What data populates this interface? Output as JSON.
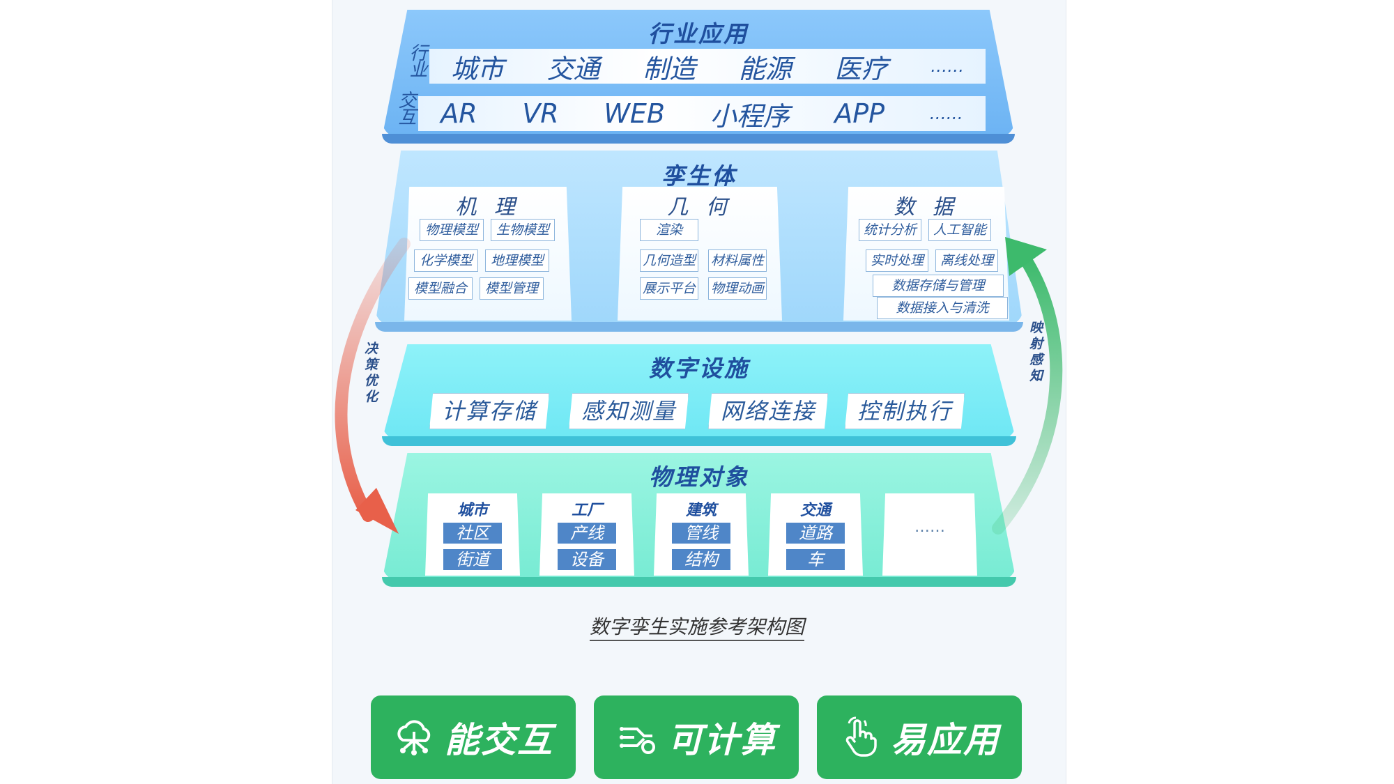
{
  "industry": {
    "title": "行业应用",
    "side_label_top": "行业",
    "side_label_bottom": "交互",
    "row1": [
      "城市",
      "交通",
      "制造",
      "能源",
      "医疗",
      "……"
    ],
    "row2": [
      "AR",
      "VR",
      "WEB",
      "小程序",
      "APP",
      "……"
    ]
  },
  "twin": {
    "title": "孪生体",
    "mechanism": {
      "title": "机 理",
      "items": [
        "物理模型",
        "生物模型",
        "化学模型",
        "地理模型",
        "模型融合",
        "模型管理"
      ]
    },
    "geometry": {
      "title": "几 何",
      "items": [
        "渲染",
        "几何造型",
        "材料属性",
        "展示平台",
        "物理动画"
      ]
    },
    "data": {
      "title": "数 据",
      "items": [
        "统计分析",
        "人工智能",
        "实时处理",
        "离线处理",
        "数据存储与管理",
        "数据接入与清洗"
      ]
    }
  },
  "infra": {
    "title": "数字设施",
    "items": [
      "计算存储",
      "感知测量",
      "网络连接",
      "控制执行"
    ]
  },
  "physical": {
    "title": "物理对象",
    "cards": [
      {
        "head": "城市",
        "items": [
          "社区",
          "街道"
        ]
      },
      {
        "head": "工厂",
        "items": [
          "产线",
          "设备"
        ]
      },
      {
        "head": "建筑",
        "items": [
          "管线",
          "结构"
        ]
      },
      {
        "head": "交通",
        "items": [
          "道路",
          "车"
        ]
      }
    ],
    "more": "……"
  },
  "arrows": {
    "left_label": "决策优化",
    "right_label": "映射感知",
    "left_color": "#e8604a",
    "right_color": "#3dba6c"
  },
  "caption": "数字孪生实施参考架构图",
  "features": [
    {
      "label": "能交互",
      "icon": "cloud-interaction-icon"
    },
    {
      "label": "可计算",
      "icon": "compute-circuit-icon"
    },
    {
      "label": "易应用",
      "icon": "pointing-hand-icon"
    }
  ],
  "colors": {
    "feature_green": "#2db25e",
    "title_blue": "#1f4f9e"
  }
}
